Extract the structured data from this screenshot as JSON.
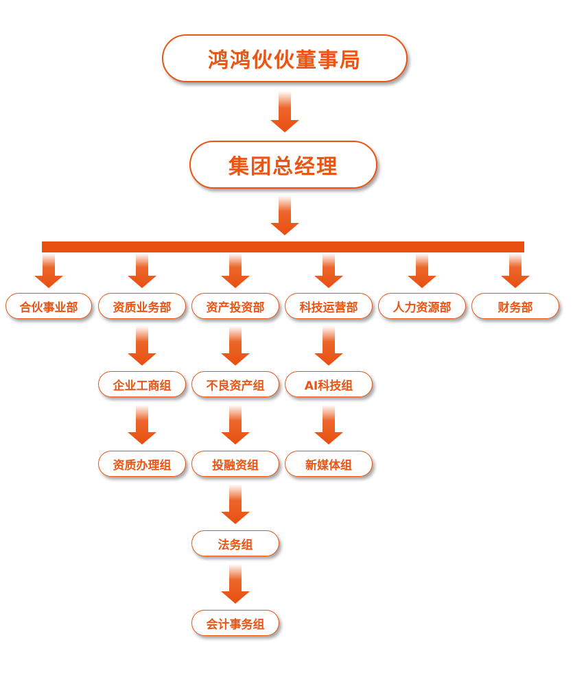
{
  "colors": {
    "accent": "#ea5514",
    "bar": "#e84e0f",
    "background": "#ffffff"
  },
  "top": "鸿鸿伙伙董事局",
  "gm": "集团总经理",
  "departments": [
    {
      "id": "d1",
      "label": "合伙事业部",
      "groups": []
    },
    {
      "id": "d2",
      "label": "资质业务部",
      "groups": [
        "企业工商组",
        "资质办理组"
      ]
    },
    {
      "id": "d3",
      "label": "资产投资部",
      "groups": [
        "不良资产组",
        "投融资组",
        "法务组",
        "会计事务组"
      ]
    },
    {
      "id": "d4",
      "label": "科技运营部",
      "groups": [
        "AI科技组",
        "新媒体组"
      ]
    },
    {
      "id": "d5",
      "label": "人力资源部",
      "groups": []
    },
    {
      "id": "d6",
      "label": "财务部",
      "groups": []
    }
  ]
}
